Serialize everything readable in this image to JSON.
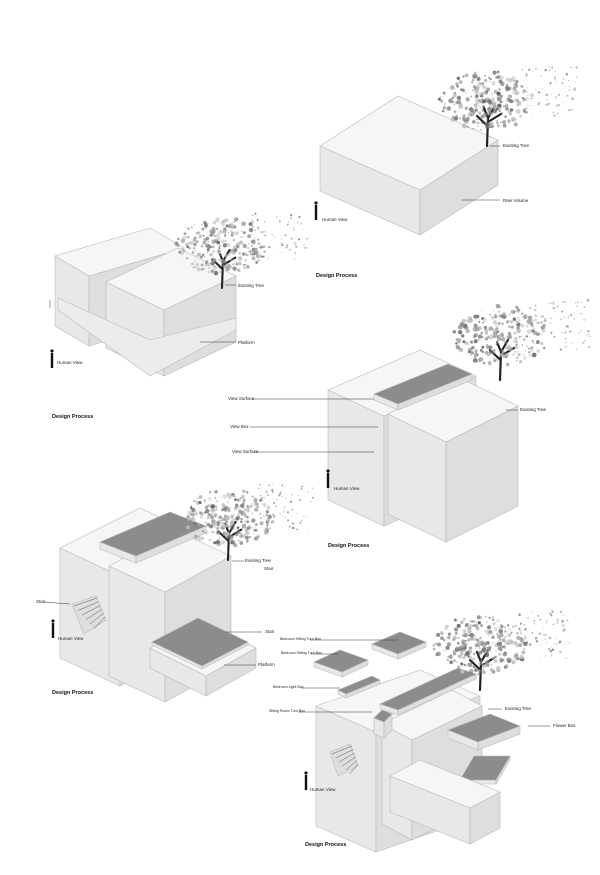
{
  "captions": {
    "d1": "Design Process",
    "d2": "Design Process",
    "d3": "Design Process",
    "d4": "Design Process",
    "d5": "Design Process"
  },
  "labels": {
    "existing_tree": "Existing Tree",
    "raw_volume": "Raw Volume",
    "human_view": "Human View",
    "platform": "Platform",
    "view_surface": "View Surface",
    "view_box": "View Box",
    "stair": "Stair",
    "bedroom_sitting": "Bedroom Sitting Turn Box",
    "bedroom_light": "Bedroom Light Box",
    "sitting_room": "Sitting Room Turn Box",
    "flower_box": "Flower Box"
  },
  "colors": {
    "box_top": "#f6f6f6",
    "box_left": "#e8e8e8",
    "box_right": "#dedede",
    "dark_surface": "#8c8c8c",
    "edge": "#b8b8b8",
    "trunk": "#222222",
    "foliage": "#7a7a7a"
  }
}
